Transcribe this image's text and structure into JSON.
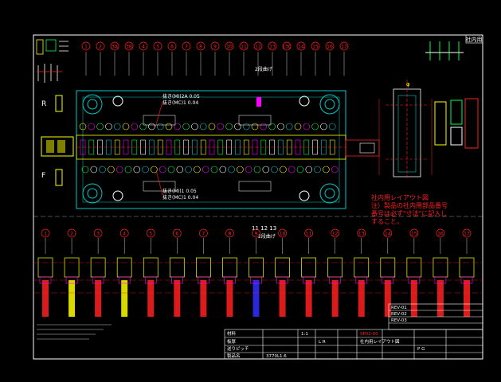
{
  "drawing": {
    "sheet_tag": "社内用",
    "side_labels": {
      "rear": "R",
      "front": "F"
    },
    "top_stations": [
      "1",
      "2",
      "3A",
      "3B",
      "4",
      "5",
      "6",
      "7",
      "8",
      "9",
      "10",
      "11",
      "12",
      "13",
      "13C",
      "14",
      "15",
      "16",
      "17"
    ],
    "bottom_stations": [
      "1",
      "2",
      "3",
      "4",
      "5",
      "6",
      "7",
      "8",
      "9",
      "10",
      "11",
      "12",
      "13",
      "14",
      "15",
      "16",
      "17"
    ],
    "bottom_group_label": "11 12 13",
    "bottom_group_sub": "2段曲げ",
    "upper_group_sub": "2段曲げ",
    "annotation_top": [
      "抜き(MI)2A 0.05",
      "抜き(MC)1 0.04"
    ],
    "annotation_bottom": [
      "抜き(MI)1 0.05",
      "抜き(MC)1 0.04"
    ],
    "note_lines": [
      "社内用レイアウト図",
      "注）製品の社内用部品番号",
      "番号は必ず\"寸法\"に記入し",
      "すること。"
    ],
    "detail_dim": "φ",
    "title_block": {
      "rows_left": [
        "材料",
        "板厚",
        "送りピッチ",
        "製品名"
      ],
      "scale": "1:1",
      "code_a": "L R",
      "part_no": "SP02-00",
      "dwg_no": "3770L1.6",
      "sheet": "P G",
      "note_cell": "社内用レイアウト図",
      "rev_rows": [
        "REV-01",
        "REV-02",
        "REV-03"
      ]
    },
    "colors": {
      "frame": "#ffffff",
      "die": "#00c8c8",
      "red": "#ff2020",
      "yellow": "#ffff00",
      "magenta": "#ff00ff",
      "green": "#00ff40",
      "blue": "#3030ff"
    }
  }
}
